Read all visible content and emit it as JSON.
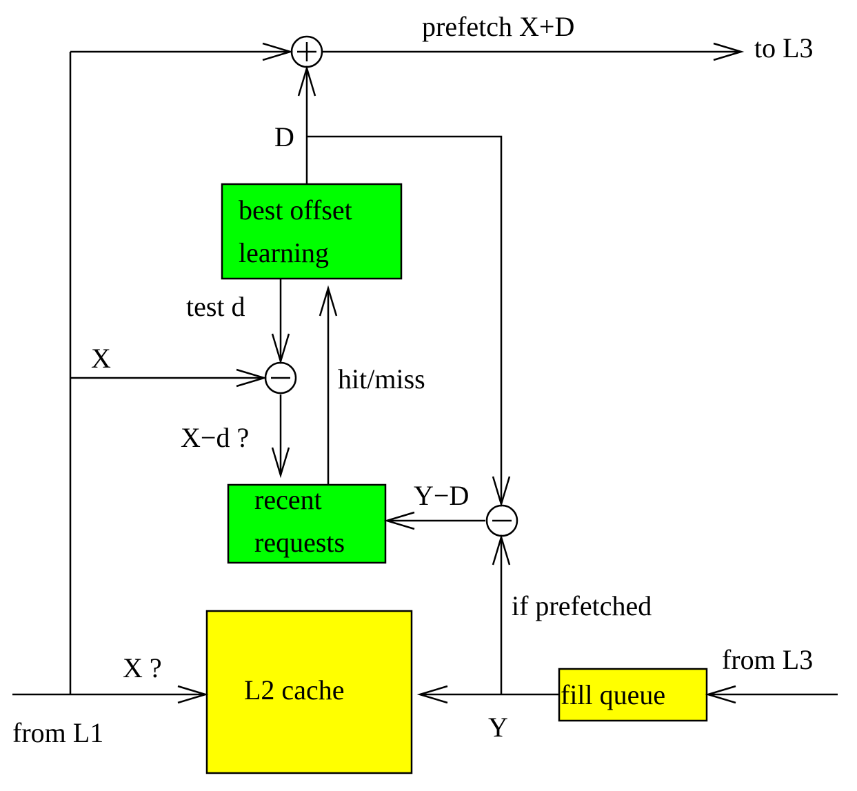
{
  "colors": {
    "green_box": "#00ff00",
    "yellow_box": "#ffff00",
    "line": "#000000"
  },
  "boxes": {
    "best_offset_line1": "best offset",
    "best_offset_line2": "learning",
    "recent_line1": "recent",
    "recent_line2": "requests",
    "l2_cache": "L2 cache",
    "fill_queue": "fill queue"
  },
  "labels": {
    "prefetch": "prefetch X+D",
    "to_l3": "to L3",
    "d": "D",
    "test_d": "test d",
    "x": "X",
    "hit_miss": "hit/miss",
    "x_minus_d": "X−d ?",
    "y_minus_d": "Y−D",
    "if_prefetched": "if prefetched",
    "from_l3": "from L3",
    "x_query": "X ?",
    "from_l1": "from L1",
    "y": "Y"
  }
}
